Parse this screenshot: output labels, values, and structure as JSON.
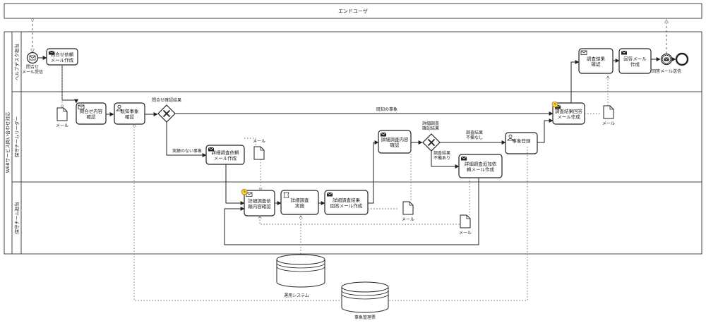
{
  "pools": {
    "end_user": "エンドユーザ",
    "web_support": "WEBサービス問い合わせ対応"
  },
  "lanes": {
    "helpdesk": "ヘルプデスク担当",
    "leader": "保守チームリーダー",
    "member": "保守チーム担当"
  },
  "events": {
    "start": "問合せ\nメール受信",
    "end_send": "回答メール送信"
  },
  "tasks": {
    "t1": "問合せ依頼\nメール作成",
    "t2": "問合せ内容\n確認",
    "t3": "既知事象\n確認",
    "t4": "詳細調査依頼\nメール作成",
    "t5": "詳細調査内容\n確認",
    "t6": "事象登録",
    "t7": "調査結果回答\nメール作成",
    "t8": "調査結果\n確認",
    "t9": "回答メール\n作成",
    "t10": "詳細調査依\n頼内容確認",
    "t11": "詳細調査\n実施",
    "t12": "詳細調査結果\n回答メール作成",
    "t13": "詳細調査追加依\n頼メール作成"
  },
  "gateway_labels": {
    "g1_title": "問合せ確認結果",
    "g2_title": "詳細調査\n確認結果"
  },
  "flow_labels": {
    "known": "既知の事象",
    "unknown": "実績のない事象",
    "no_defect": "調査結果\n不備なし",
    "defect": "調査結果\n不備あり"
  },
  "data_objects": {
    "mail": "メール"
  },
  "stores": {
    "ops_system": "運用システム",
    "incident_mgmt": "事象管理票"
  },
  "colors": {
    "stroke": "#222222",
    "timer_fill": "#f2d24b",
    "background": "#ffffff"
  }
}
